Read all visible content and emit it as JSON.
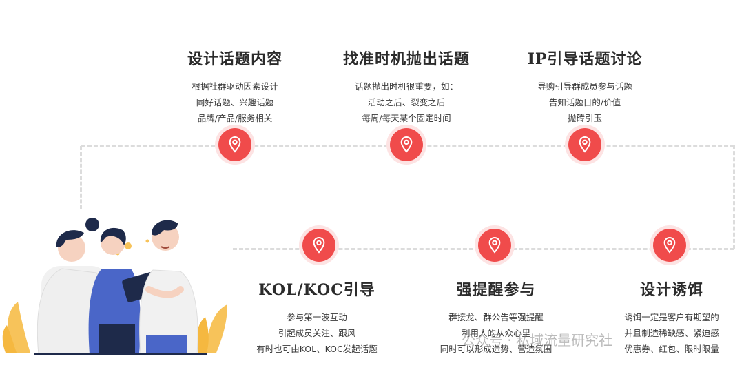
{
  "steps": [
    {
      "title": "设计话题内容",
      "lines": [
        "根据社群驱动因素设计",
        "同好话题、兴趣话题",
        "品牌/产品/服务相关"
      ]
    },
    {
      "title": "找准时机抛出话题",
      "lines": [
        "话题抛出时机很重要，如：",
        "活动之后、裂变之后",
        "每周/每天某个固定时间"
      ]
    },
    {
      "title": "IP引导话题讨论",
      "lines": [
        "导购引导群成员参与话题",
        "告知话题目的/价值",
        "抛砖引玉"
      ]
    },
    {
      "title": "KOL/KOC引导",
      "lines": [
        "参与第一波互动",
        "引起成员关注、跟风",
        "有时也可由KOL、KOC发起话题"
      ]
    },
    {
      "title": "强提醒参与",
      "lines": [
        "群接龙、群公告等强提醒",
        "利用人的从众心里",
        "同时可以形成造势、营造氛围"
      ]
    },
    {
      "title": "设计诱饵",
      "lines": [
        "诱饵一定是客户有期望的",
        "并且制造稀缺感、紧迫感",
        "优惠券、红包、限时限量"
      ]
    }
  ],
  "watermark": "公众号 · 私域流量研究社",
  "colors": {
    "pin": "#f04b4b",
    "pin_ring": "#fde3e3",
    "dash": "#dcdcdc"
  },
  "icons": {
    "pin": "map-pin-icon"
  }
}
